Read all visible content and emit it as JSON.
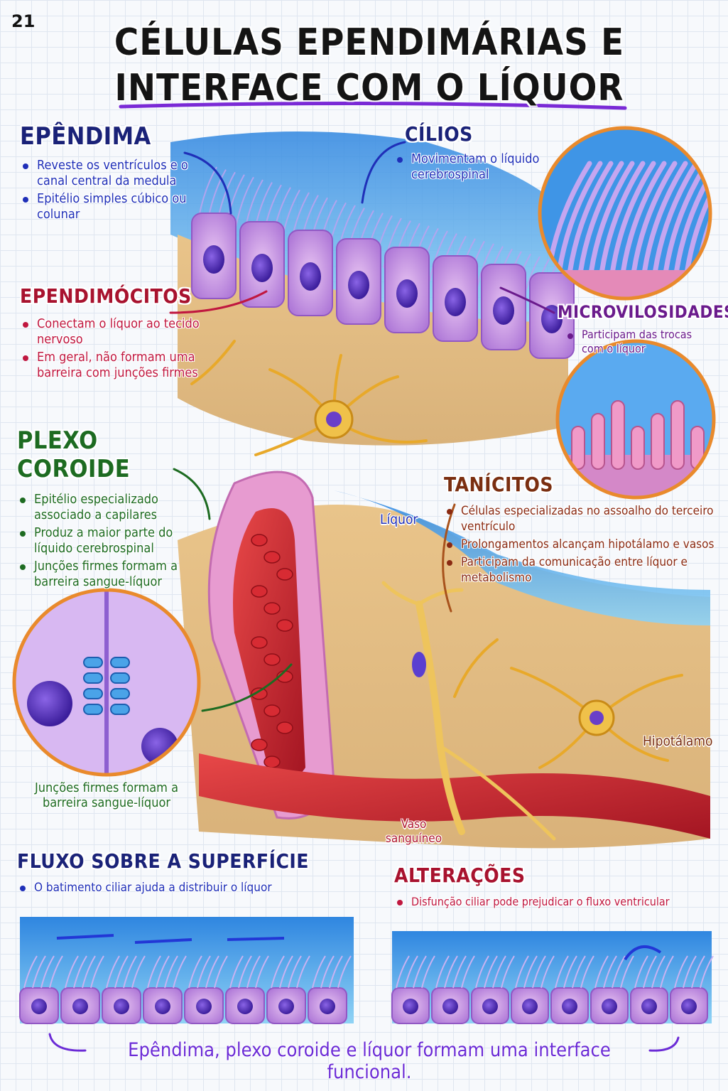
{
  "page_number": "21",
  "title": {
    "line1": "CÉLULAS EPENDIMÁRIAS E",
    "line2": "INTERFACE COM O LÍQUOR"
  },
  "ependima": {
    "heading": "EPÊNDIMA",
    "bullets": [
      "Reveste os ventrículos e o canal central da medula",
      "Epitélio simples cúbico ou colunar"
    ]
  },
  "cilios": {
    "heading": "CÍLIOS",
    "bullets": [
      "Movimentam o líquido cerebrospinal"
    ]
  },
  "ependimocitos": {
    "heading": "EPENDIMÓCITOS",
    "bullets": [
      "Conectam o líquor ao tecido nervoso",
      "Em geral, não formam uma barreira com junções firmes"
    ]
  },
  "microvilosidades": {
    "heading": "MICROVILOSIDADES",
    "bullets": [
      "Participam das trocas com o líquor"
    ]
  },
  "plexo": {
    "heading": "PLEXO COROIDE",
    "bullets": [
      "Epitélio especializado associado a capilares",
      "Produz a maior parte do líquido cerebrospinal",
      "Junções firmes formam a barreira sangue-líquor"
    ]
  },
  "tanicitos": {
    "heading": "TANÍCITOS",
    "bullets": [
      "Células especializadas no assoalho do terceiro ventrículo",
      "Prolongamentos alcançam hipotálamo e vasos",
      "Participam da comunicação entre líquor e metabolismo"
    ]
  },
  "labels": {
    "liquor": "Líquor",
    "hipotalamo": "Hipotálamo",
    "vaso": "Vaso sanguíneo",
    "juncoes": "Junções firmes formam a barreira sangue-líquor"
  },
  "fluxo": {
    "heading": "FLUXO SOBRE A SUPERFÍCIE",
    "bullets": [
      "O batimento ciliar ajuda a distribuir o líquor"
    ]
  },
  "alteracoes": {
    "heading": "ALTERAÇÕES",
    "bullets": [
      "Disfunção ciliar pode prejudicar o fluxo ventricular"
    ]
  },
  "footer": "Epêndima, plexo coroide e líquor formam uma interface funcional.",
  "colors": {
    "blue": "#1f2fb8",
    "red": "#c0173f",
    "green": "#1d6b21",
    "brown": "#7a2e10",
    "purple": "#6a1a8c",
    "violet": "#6b2bd6"
  }
}
